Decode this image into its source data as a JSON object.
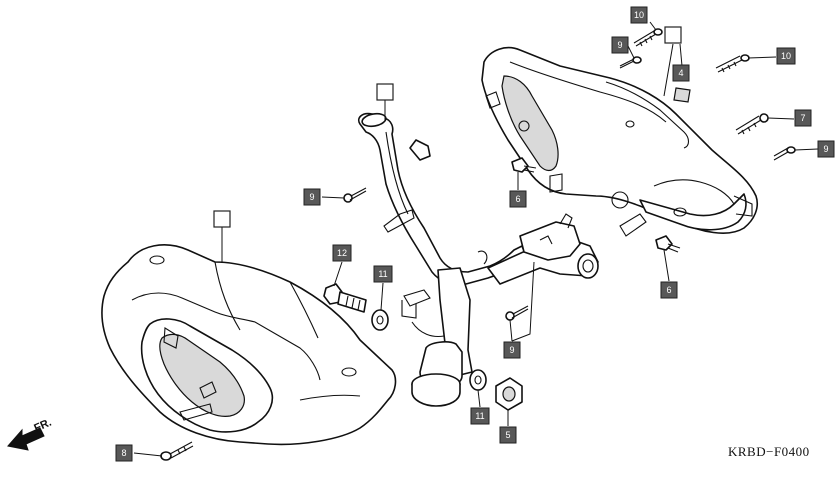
{
  "diagram": {
    "drawing_code": "KRBD−F0400",
    "direction_label": "FR.",
    "callouts": [
      {
        "id": "c10a",
        "label": "10"
      },
      {
        "id": "c9a",
        "label": "9"
      },
      {
        "id": "c4",
        "label": "4"
      },
      {
        "id": "c10b",
        "label": "10"
      },
      {
        "id": "c7",
        "label": "7"
      },
      {
        "id": "c9b",
        "label": "9"
      },
      {
        "id": "c6a",
        "label": "6"
      },
      {
        "id": "c9c",
        "label": "9"
      },
      {
        "id": "c12",
        "label": "12"
      },
      {
        "id": "c11a",
        "label": "11"
      },
      {
        "id": "c6b",
        "label": "6"
      },
      {
        "id": "c9d",
        "label": "9"
      },
      {
        "id": "c11b",
        "label": "11"
      },
      {
        "id": "c5",
        "label": "5"
      },
      {
        "id": "c8",
        "label": "8"
      }
    ]
  }
}
